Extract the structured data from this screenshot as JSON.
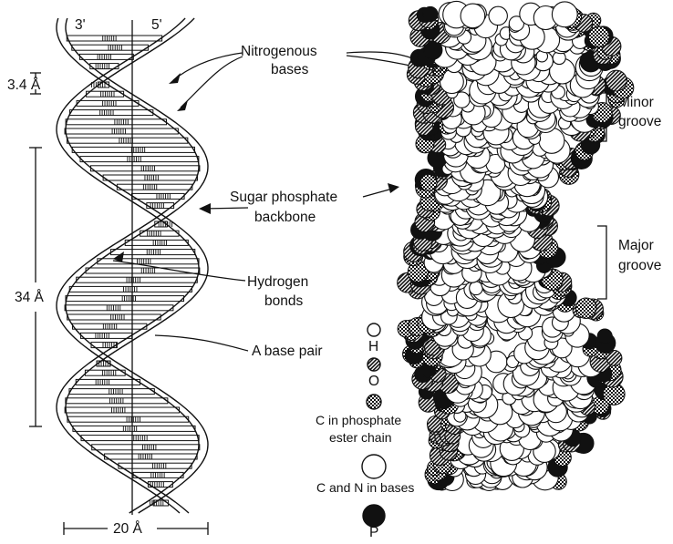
{
  "strand_labels": {
    "left": "3'",
    "right": "5'"
  },
  "dimensions": {
    "rise": "3.4 Å",
    "pitch": "34 Å",
    "width": "20 Å"
  },
  "labels": {
    "nitrogenous_bases": [
      "Nitrogenous",
      "bases"
    ],
    "sugar_phosphate_backbone": [
      "Sugar phosphate",
      "backbone"
    ],
    "hydrogen_bonds": [
      "Hydrogen",
      "bonds"
    ],
    "base_pair": "A base pair",
    "minor_groove": [
      "Minor",
      "groove"
    ],
    "major_groove": [
      "Major",
      "groove"
    ]
  },
  "legend": [
    {
      "symbol": "H",
      "pattern": "white",
      "text": [
        "H"
      ]
    },
    {
      "symbol": "O",
      "pattern": "striped",
      "text": [
        "O"
      ]
    },
    {
      "symbol": "C-phosphate",
      "pattern": "checkered",
      "text": [
        "C in phosphate",
        "ester chain"
      ]
    },
    {
      "symbol": "C-N",
      "pattern": "white-large",
      "text": [
        "C and N in bases"
      ]
    },
    {
      "symbol": "P",
      "pattern": "black",
      "text": [
        "P"
      ]
    }
  ]
}
